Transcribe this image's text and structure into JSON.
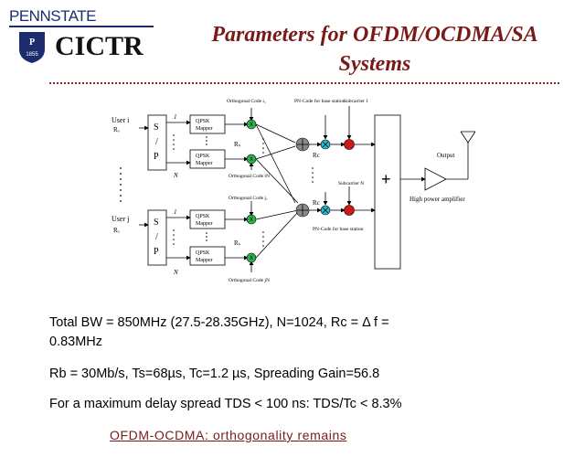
{
  "header": {
    "university": "PENNSTATE",
    "center": "CICTR",
    "shield_text": [
      "P",
      "1855"
    ],
    "title_line1": "Parameters for OFDM/OCDMA/SA",
    "title_line2": "Systems"
  },
  "diagram": {
    "user_top": "User i",
    "user_top_rate": "Rₒ",
    "user_bottom": "User j",
    "user_bottom_rate": "Rₒ",
    "sp_label": [
      "S",
      "/",
      "P"
    ],
    "branch_first": "1",
    "branch_last": "N",
    "qpsk": [
      "QPSK",
      "Mapper"
    ],
    "ortho_code_1": "Orthogonal Code i₁",
    "ortho_code_n": "Orthogonal Code iN",
    "ortho_code_j1": "Orthogonal Code j₁",
    "ortho_code_jn": "Orthogonal Code jN",
    "rs": "Rₛ",
    "rc": "Rc",
    "pn_top": "PN-Code for base station",
    "pn_bottom": "PN-Code for base station",
    "subcarrier_1": "Subcarrier 1",
    "subcarrier_n": "Subcarrier N",
    "sum": "+",
    "output": "Output",
    "amp": "High power amplifier",
    "mult_symbol": "X"
  },
  "body": {
    "line1": "Total BW = 850MHz (27.5-28.35GHz),  N=1024,  Rc = Δ f =",
    "line2": "0.83MHz",
    "line3": "Rb = 30Mb/s, Ts=68µs, Tc=1.2 µs, Spreading Gain=56.8",
    "line4": "For a maximum delay spread TDS < 100 ns:  TDS/Tc < 8.3%",
    "footer_a": "OFDM-OCDMA:",
    "footer_b": "orthogonality remains"
  },
  "colors": {
    "title": "#7a1a18",
    "multiplier_green": "#2db34a",
    "spreader_cyan": "#27bcd6",
    "subcarrier_red": "#d41818",
    "adder_gray": "#8a8a8a"
  }
}
